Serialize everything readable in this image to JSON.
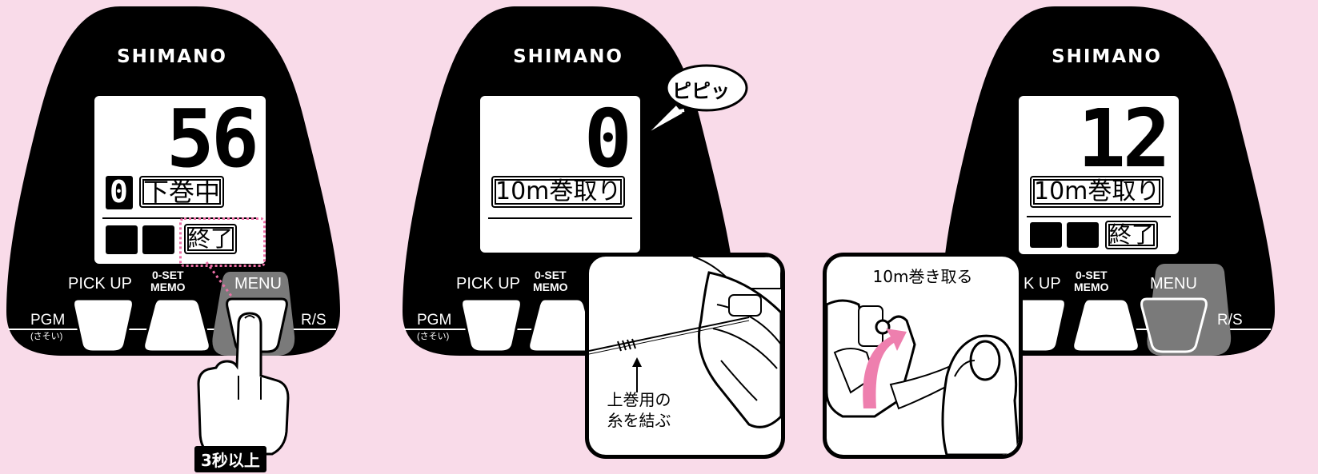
{
  "brand": "SHIMANO",
  "panels": [
    {
      "count": "56",
      "mode_box": "0",
      "status_label": "下巻中",
      "end_label": "終了",
      "buttons": {
        "left": "PICK UP",
        "center_top": "0-SET",
        "center_bottom": "MEMO",
        "right": "MENU"
      },
      "side_left": "PGM",
      "side_left_sub": "(さそい)",
      "side_right": "R/S",
      "hold_badge": "3秒以上"
    },
    {
      "count": "0",
      "status_label": "10m巻取り",
      "sound": "ピピッ",
      "buttons": {
        "left": "PICK UP",
        "center_top": "0-SET",
        "center_bottom": "MEMO"
      },
      "side_left": "PGM",
      "side_left_sub": "(さそい)",
      "callout_caption_1": "上巻用の",
      "callout_caption_2": "糸を結ぶ"
    },
    {
      "count": "12",
      "status_label": "10m巻取り",
      "end_label": "終了",
      "buttons": {
        "left": "K UP",
        "center_top": "0-SET",
        "center_bottom": "MEMO",
        "right": "MENU"
      },
      "side_right": "R/S",
      "callout_caption": "10m巻き取る"
    }
  ],
  "colors": {
    "background": "#f9dbe9",
    "pod": "#000000",
    "highlight": "#7a7a7a",
    "pink_arrow": "#ee7fae",
    "dotted": "#ec6fa6"
  }
}
